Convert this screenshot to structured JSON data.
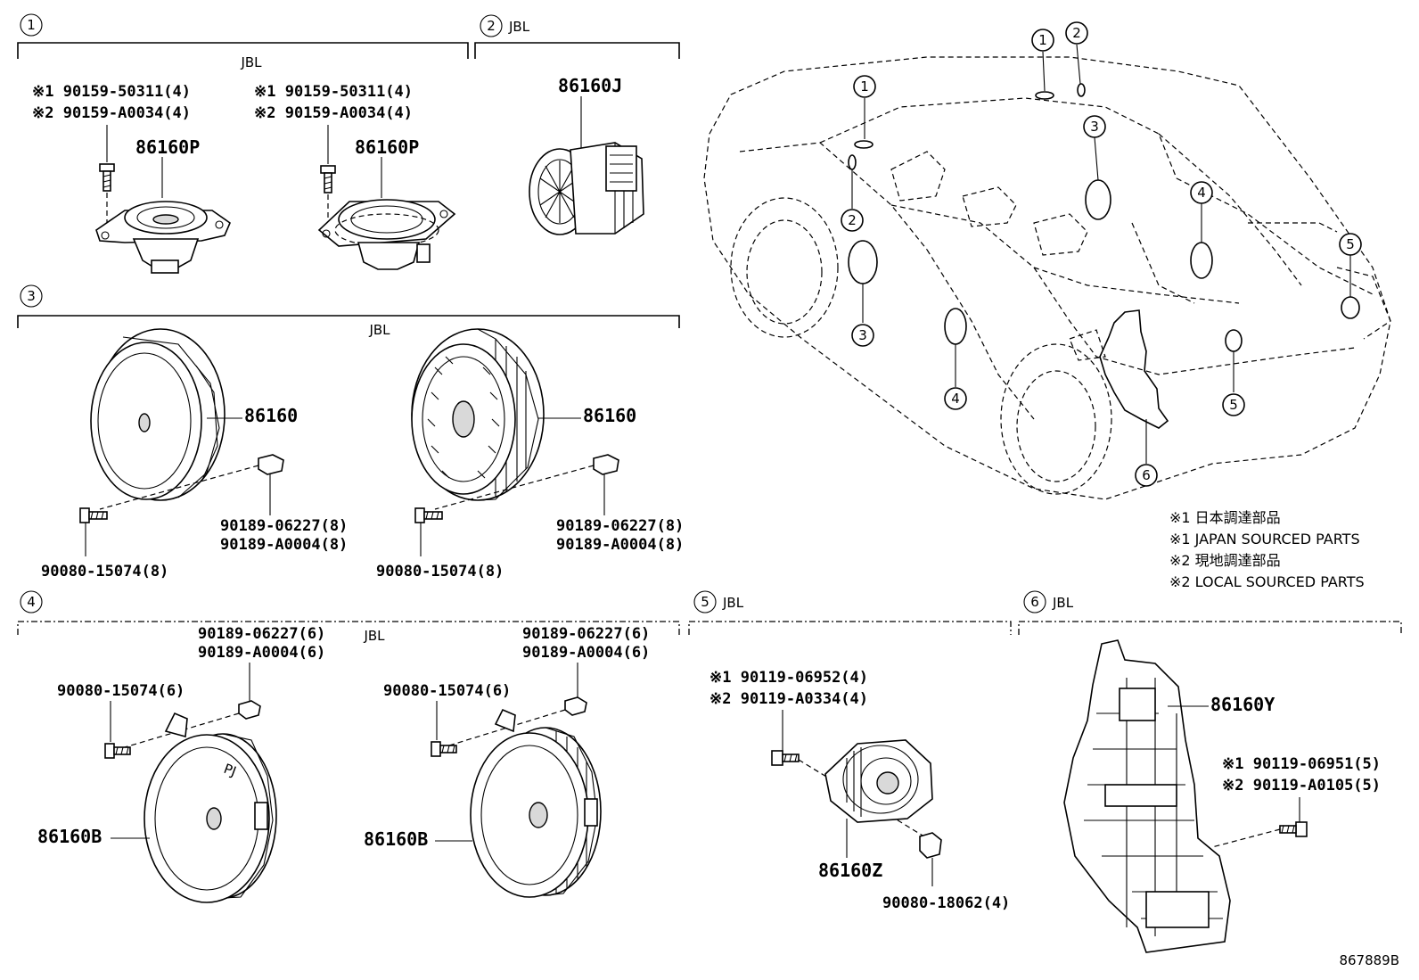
{
  "sections": {
    "s1": {
      "num": "1",
      "tag": "JBL"
    },
    "s2": {
      "num": "2",
      "tag": "JBL"
    },
    "s3": {
      "num": "3",
      "tag": "JBL"
    },
    "s4": {
      "num": "4",
      "tag": "JBL"
    },
    "s5": {
      "num": "5",
      "tag": "JBL"
    },
    "s6": {
      "num": "6",
      "tag": "JBL"
    }
  },
  "parts": {
    "s1_left_bolt_1": "※1 90159-50311(4)",
    "s1_left_bolt_2": "※2 90159-A0034(4)",
    "s1_left_speaker": "86160P",
    "s1_right_bolt_1": "※1 90159-50311(4)",
    "s1_right_bolt_2": "※2 90159-A0034(4)",
    "s1_right_speaker": "86160P",
    "s2_speaker": "86160J",
    "s3_left_speaker": "86160",
    "s3_left_nut_1": "90189-06227(8)",
    "s3_left_nut_2": "90189-A0004(8)",
    "s3_left_screw": "90080-15074(8)",
    "s3_right_speaker": "86160",
    "s3_right_nut_1": "90189-06227(8)",
    "s3_right_nut_2": "90189-A0004(8)",
    "s3_right_screw": "90080-15074(8)",
    "s4_left_nut_1": "90189-06227(6)",
    "s4_left_nut_2": "90189-A0004(6)",
    "s4_left_screw": "90080-15074(6)",
    "s4_left_speaker": "86160B",
    "s4_right_nut_1": "90189-06227(6)",
    "s4_right_nut_2": "90189-A0004(6)",
    "s4_right_screw": "90080-15074(6)",
    "s4_right_speaker": "86160B",
    "s5_bolt_1": "※1 90119-06952(4)",
    "s5_bolt_2": "※2 90119-A0334(4)",
    "s5_speaker": "86160Z",
    "s5_nut": "90080-18062(4)",
    "s6_speaker": "86160Y",
    "s6_bolt_1": "※1 90119-06951(5)",
    "s6_bolt_2": "※2 90119-A0105(5)"
  },
  "vehicle_callouts": [
    "1",
    "2",
    "1",
    "2",
    "3",
    "3",
    "4",
    "4",
    "5",
    "5",
    "6"
  ],
  "legend": {
    "line1": "※1 日本調達部品",
    "line2": "※1 JAPAN SOURCED PARTS",
    "line3": "※2 現地調達部品",
    "line4": "※2 LOCAL SOURCED PARTS"
  },
  "diagram_id": "867889B"
}
